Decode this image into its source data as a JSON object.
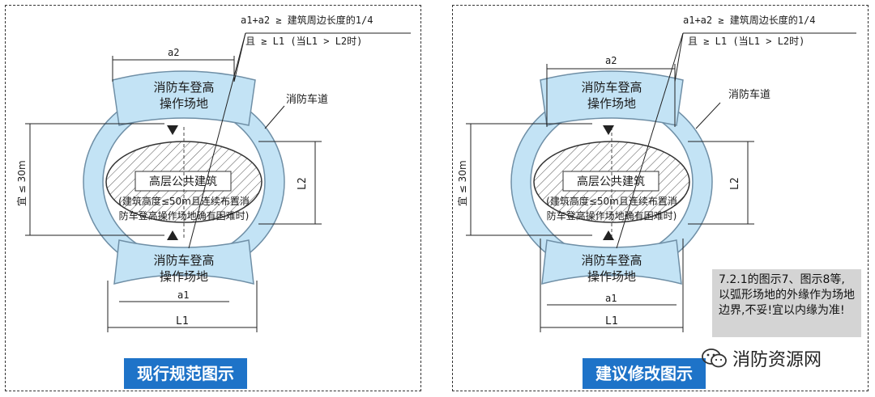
{
  "panels": [
    {
      "id": "current",
      "top_note_line1": "a1+a2 ≥ 建筑周边长度的1/4",
      "top_note_line2": "且 ≥ L1 (当L1 > L2时)",
      "label_a2": "a2",
      "label_a1": "a1",
      "label_L1": "L1",
      "label_L2": "L2",
      "label_30m": "宜 ≤ 30m",
      "road_label": "消防车道",
      "top_area_line1": "消防车登高",
      "top_area_line2": "操作场地",
      "bottom_area_line1": "消防车登高",
      "bottom_area_line2": "操作场地",
      "building_label": "高层公共建筑",
      "building_note_line1": "(建筑高度≤50m且连续布置消",
      "building_note_line2": "防车登高操作场地确有困难时)",
      "caption": "现行规范图示"
    },
    {
      "id": "proposed",
      "top_note_line1": "a1+a2 ≥ 建筑周边长度的1/4",
      "top_note_line2": "且 ≥ L1 (当L1 > L2时)",
      "label_a2": "a2",
      "label_a1": "a1",
      "label_L1": "L1",
      "label_L2": "L2",
      "label_30m": "宜 ≤ 30m",
      "road_label": "消防车道",
      "top_area_line1": "消防车登高",
      "top_area_line2": "操作场地",
      "bottom_area_line1": "消防车登高",
      "bottom_area_line2": "操作场地",
      "building_label": "高层公共建筑",
      "building_note_line1": "(建筑高度≤50m且连续布置消",
      "building_note_line2": "防车登高操作场地确有困难时)",
      "caption": "建议修改图示"
    }
  ],
  "note": "7.2.1的图示7、图示8等,以弧形场地的外缘作为场地边界,不妥!宜以内缘为准!",
  "brand": "消防资源网",
  "colors": {
    "road_fill": "#c3e3f5",
    "road_stroke": "#6f8fa6",
    "caption_bg": "#1e73c8",
    "note_bg": "#d4d4d4"
  }
}
